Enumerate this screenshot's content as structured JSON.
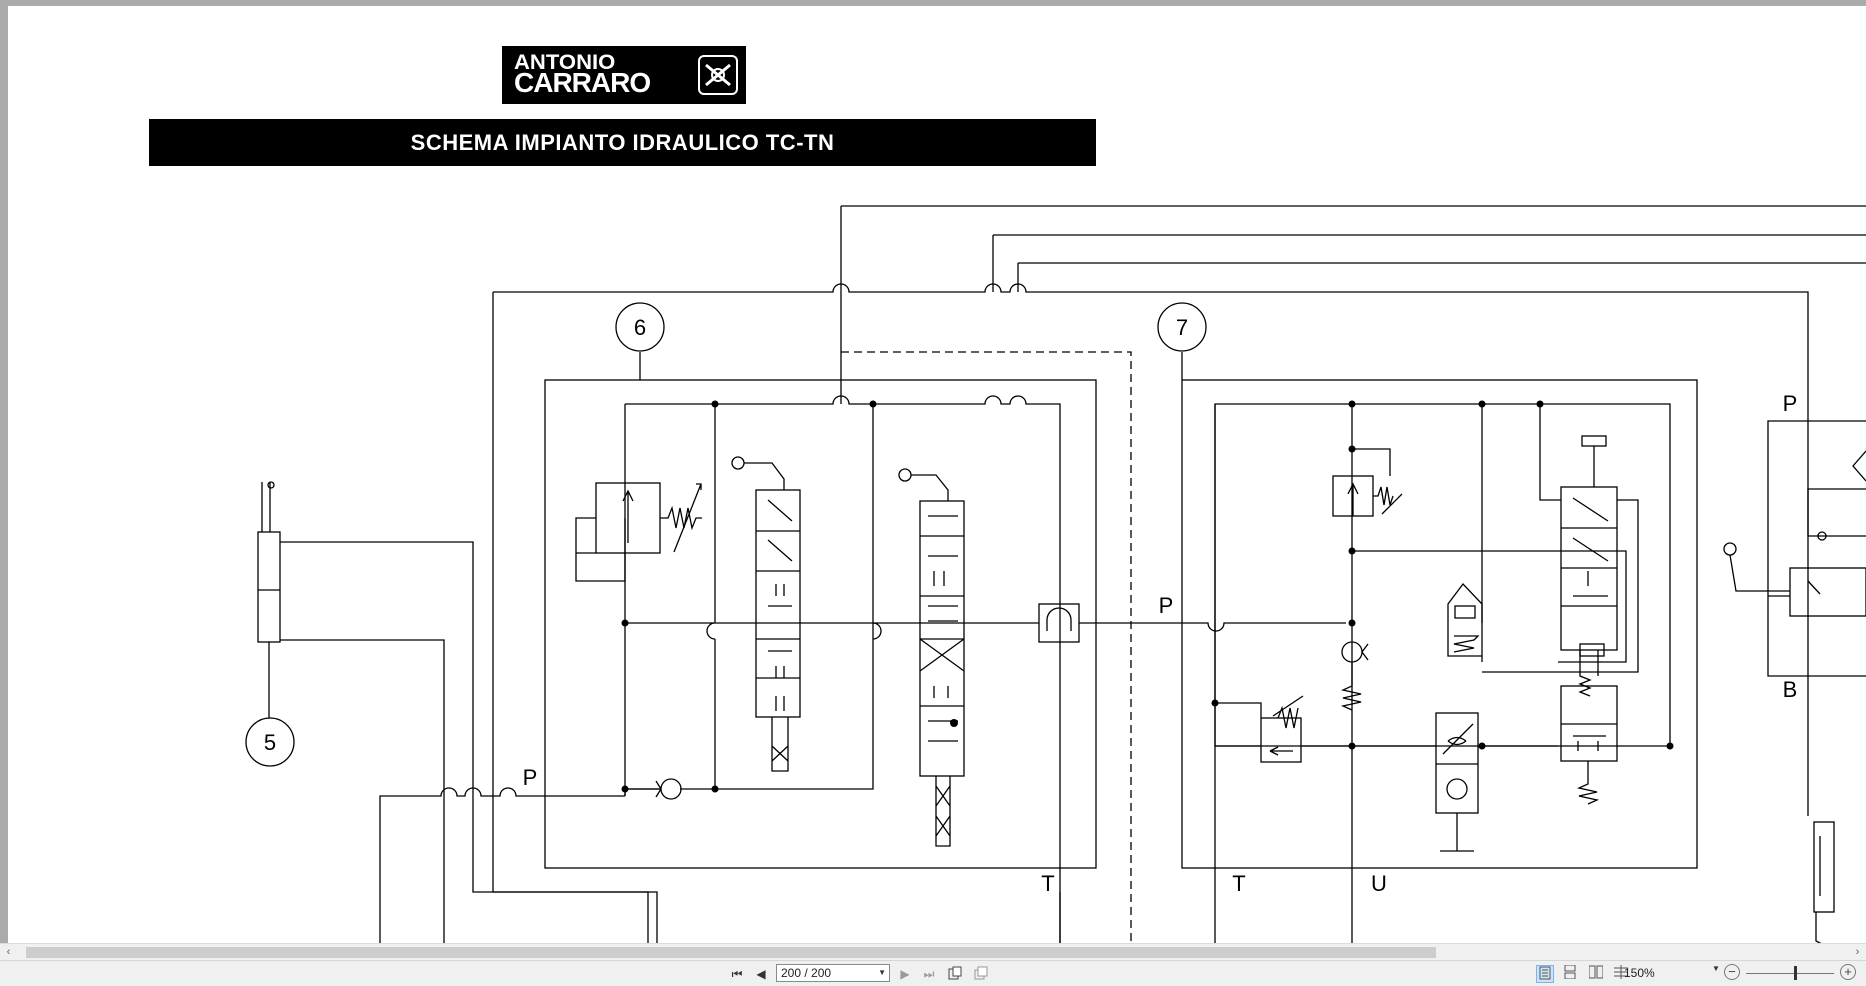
{
  "document": {
    "logo": {
      "line1": "ANTONIO",
      "line2": "CARRARO"
    },
    "title": "SCHEMA IMPIANTO IDRAULICO TC-TN",
    "callouts": [
      "5",
      "6",
      "7"
    ],
    "port_labels": {
      "p1": "P",
      "p2": "P",
      "p3": "P",
      "b": "B",
      "t1": "T",
      "t2": "T",
      "u": "U"
    }
  },
  "statusbar": {
    "page_value": "200 / 200",
    "zoom": "150%",
    "first_page": "⏮",
    "prev_page": "◀",
    "next_page": "▶",
    "last_page": "⏭"
  },
  "icons": [
    "first-page-icon",
    "prev-page-icon",
    "next-page-icon",
    "last-page-icon",
    "single-page-icon",
    "continuous-icon",
    "two-page-icon",
    "two-page-continuous-icon",
    "zoom-out-icon",
    "zoom-in-icon",
    "scroll-left-icon",
    "scroll-right-icon"
  ]
}
